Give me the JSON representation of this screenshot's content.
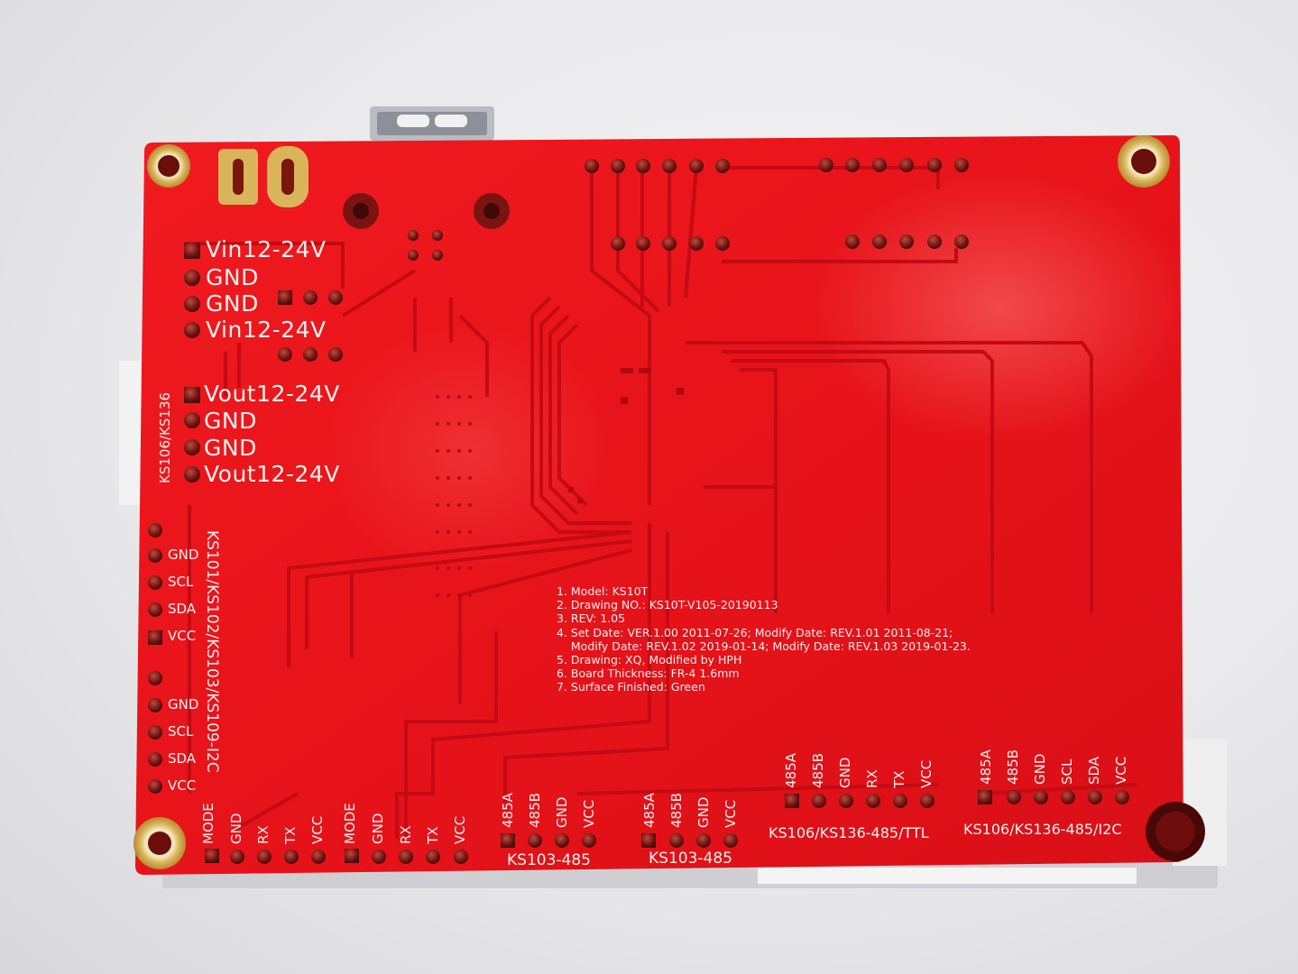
{
  "board": {
    "power_labels": [
      "Vin12-24V",
      "GND",
      "GND",
      "Vin12-24V",
      "Vout12-24V",
      "GND",
      "GND",
      "Vout12-24V"
    ],
    "side_label_ks106": "KS106/KS136",
    "side_label_i2c": "KS101/KS102/KS103/KS109-I2C",
    "left_pins_top": [
      "GND",
      "SCL",
      "SDA",
      "VCC"
    ],
    "left_pins_bottom": [
      "GND",
      "SCL",
      "SDA",
      "VCC"
    ],
    "bottom_pins_a": [
      "MODE",
      "GND",
      "RX",
      "TX",
      "VCC"
    ],
    "bottom_pins_b": [
      "MODE",
      "GND",
      "RX",
      "TX",
      "VCC"
    ],
    "ks103_pins": [
      "485A",
      "485B",
      "GND",
      "VCC"
    ],
    "ks103_label": "KS103-485",
    "ttl_pins": [
      "485A",
      "485B",
      "GND",
      "RX",
      "TX",
      "VCC"
    ],
    "ttl_label": "KS106/KS136-485/TTL",
    "i2c_pins": [
      "485A",
      "485B",
      "GND",
      "SCL",
      "SDA",
      "VCC"
    ],
    "i2c_label": "KS106/KS136-485/I2C",
    "notes": [
      "1. Model: KS10T",
      "2. Drawing NO.: KS10T-V105-20190113",
      "3. REV: 1.05",
      "4. Set Date: VER.1.00 2011-07-26;  Modify Date: REV.1.01 2011-08-21;",
      "    Modify Date: REV.1.02 2019-01-14; Modify Date: REV.1.03 2019-01-23.",
      "5. Drawing: XQ, Modified by HPH",
      "6. Board Thickness: FR-4 1.6mm",
      "7. Surface Finished: Green"
    ]
  },
  "colors": {
    "pcb": "#e8101a",
    "silk": "#f6f1ee",
    "pad": "#8a1a18",
    "gold": "#d9b45a"
  }
}
